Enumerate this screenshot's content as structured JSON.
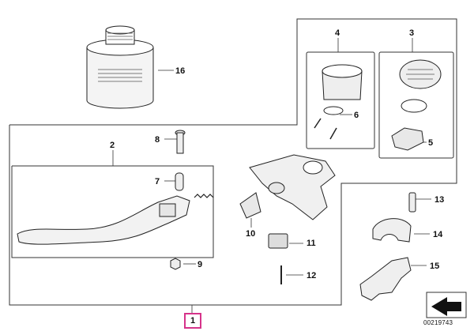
{
  "callouts": {
    "c1": "1",
    "c2": "2",
    "c3": "3",
    "c4": "4",
    "c5": "5",
    "c6": "6",
    "c7": "7",
    "c8": "8",
    "c9": "9",
    "c10": "10",
    "c11": "11",
    "c12": "12",
    "c13": "13",
    "c14": "14",
    "c15": "15",
    "c16": "16"
  },
  "diagram_ref": "00219743",
  "highlight_color": "#d6338a",
  "icons": {
    "corner": "page-corner-arrow-icon"
  }
}
